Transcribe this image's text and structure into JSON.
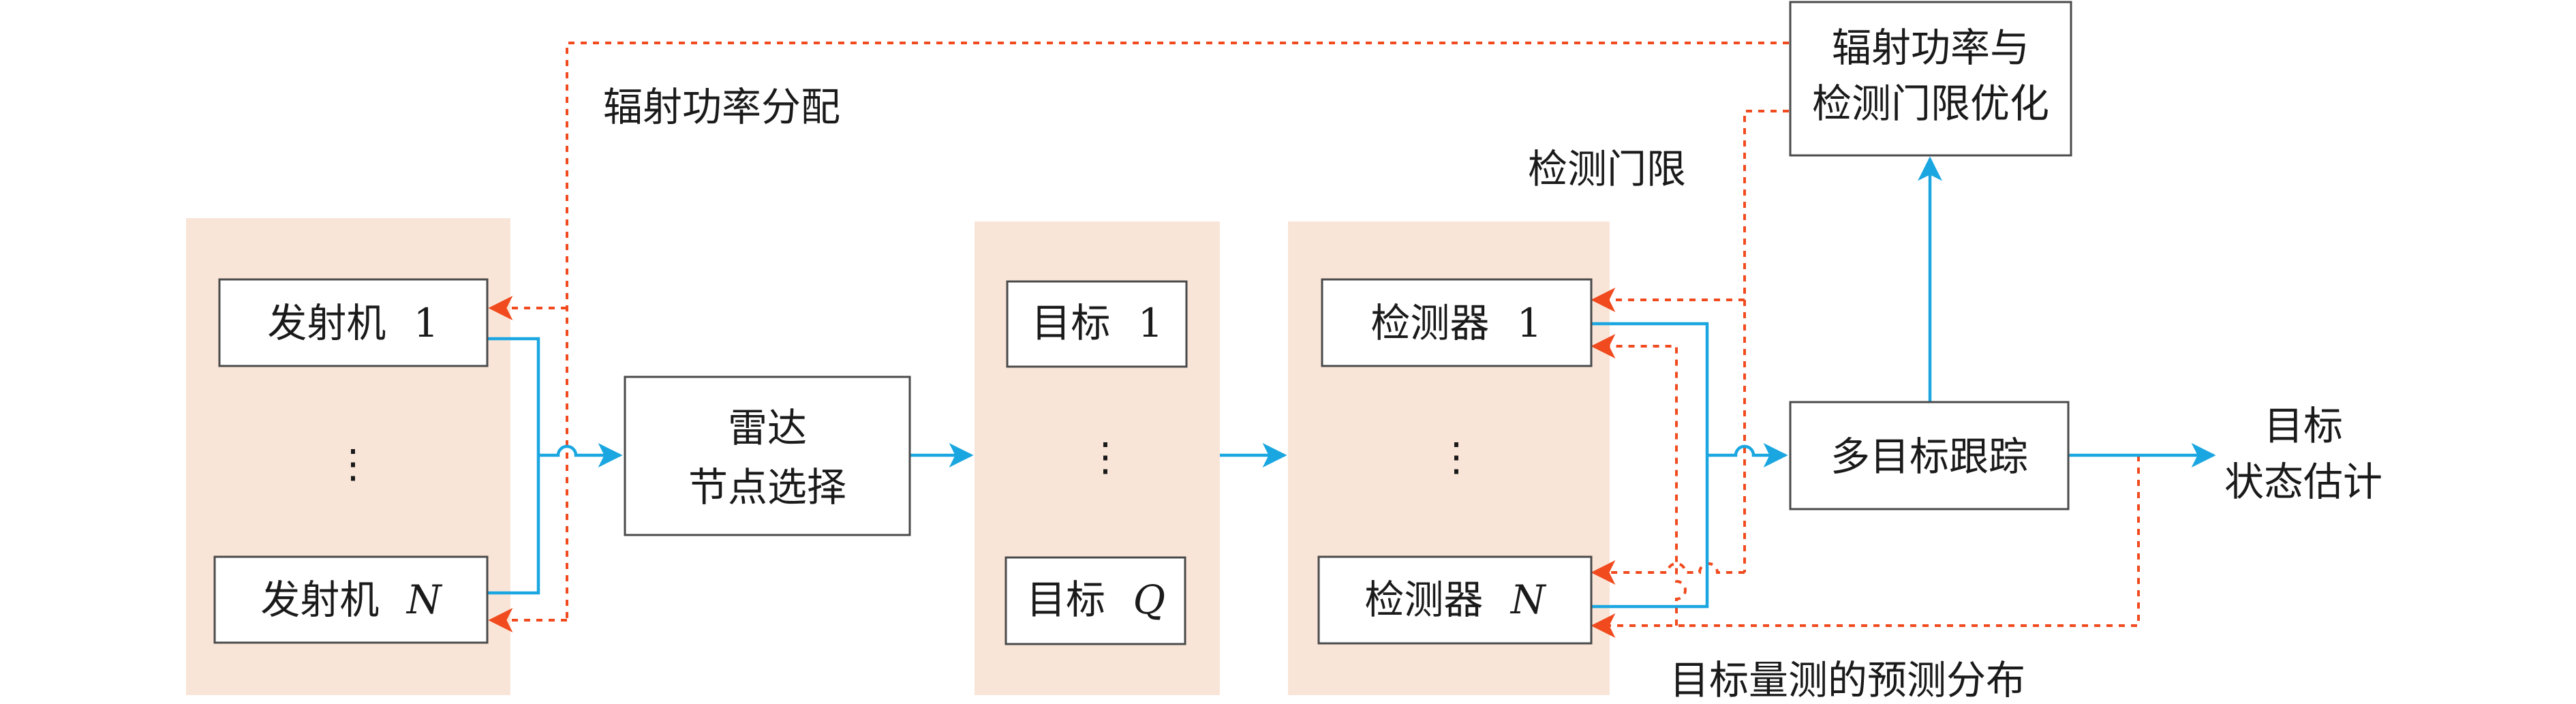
{
  "colors": {
    "panel": "#f9e5d8",
    "box_stroke": "#4a4a4a",
    "blue_flow": "#1aa6e0",
    "red_feedback": "#f04a1e"
  },
  "transmitters": {
    "tx1": {
      "text": "发射机",
      "index": "1"
    },
    "txN": {
      "text": "发射机",
      "index": "N"
    },
    "ellipsis": "⋮"
  },
  "radar_node": {
    "line1": "雷达",
    "line2": "节点选择"
  },
  "targets": {
    "t1": {
      "text": "目标",
      "index": "1"
    },
    "tQ": {
      "text": "目标",
      "index": "Q"
    },
    "ellipsis": "⋮"
  },
  "detectors": {
    "d1": {
      "text": "检测器",
      "index": "1"
    },
    "dN": {
      "text": "检测器",
      "index": "N"
    },
    "ellipsis": "⋮"
  },
  "tracker": {
    "label": "多目标跟踪"
  },
  "optimizer": {
    "line1": "辐射功率与",
    "line2": "检测门限优化"
  },
  "output": {
    "line1": "目标",
    "line2": "状态估计"
  },
  "annotations": {
    "power_allocation": "辐射功率分配",
    "detection_threshold": "检测门限",
    "predicted_distribution": "目标量测的预测分布"
  }
}
